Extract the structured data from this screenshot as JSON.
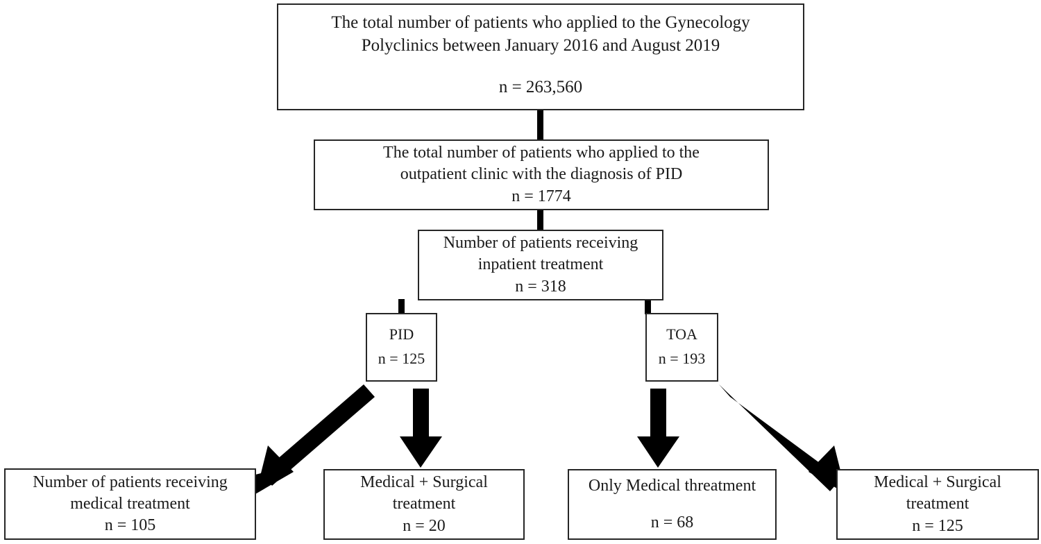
{
  "figure": {
    "type": "flowchart",
    "title": "Patient selection flow diagram",
    "orientation": "top-down",
    "background_color": "#ffffff",
    "box_border_color": "#262626",
    "connector_color": "#000000"
  },
  "nodes": {
    "total_applied": {
      "line1": "The total number of patients who applied to the Gynecology",
      "line2": "Polyclinics between January 2016 and August 2019",
      "count": "n = 263,560"
    },
    "pid_diagnosis": {
      "line1": "The total number of patients who applied to the",
      "line2": "outpatient clinic with the diagnosis of PID",
      "count": "n = 1774"
    },
    "inpatient": {
      "line1": "Number of patients receiving",
      "line2": "inpatient treatment",
      "count": "n = 318"
    },
    "pid": {
      "label": "PID",
      "count": "n = 125"
    },
    "toa": {
      "label": "TOA",
      "count": "n = 193"
    },
    "medical_treatment": {
      "line1": "Number of patients receiving",
      "line2": "medical treatment",
      "count": "n = 105"
    },
    "med_surg_pid": {
      "line1": "Medical + Surgical",
      "line2": "treatment",
      "count": "n = 20"
    },
    "only_medical": {
      "line1": "Only Medical threatment",
      "count": "n = 68"
    },
    "med_surg_toa": {
      "line1": "Medical + Surgical",
      "line2": "treatment",
      "count": "n = 125"
    }
  },
  "edges": [
    {
      "from": "total_applied",
      "to": "pid_diagnosis",
      "style": "line"
    },
    {
      "from": "pid_diagnosis",
      "to": "inpatient",
      "style": "line"
    },
    {
      "from": "inpatient",
      "to": "pid",
      "style": "line"
    },
    {
      "from": "inpatient",
      "to": "toa",
      "style": "line"
    },
    {
      "from": "pid",
      "to": "medical_treatment",
      "style": "arrow-diagonal-left"
    },
    {
      "from": "pid",
      "to": "med_surg_pid",
      "style": "arrow-down"
    },
    {
      "from": "toa",
      "to": "only_medical",
      "style": "arrow-down"
    },
    {
      "from": "toa",
      "to": "med_surg_toa",
      "style": "arrow-diagonal-right"
    }
  ]
}
